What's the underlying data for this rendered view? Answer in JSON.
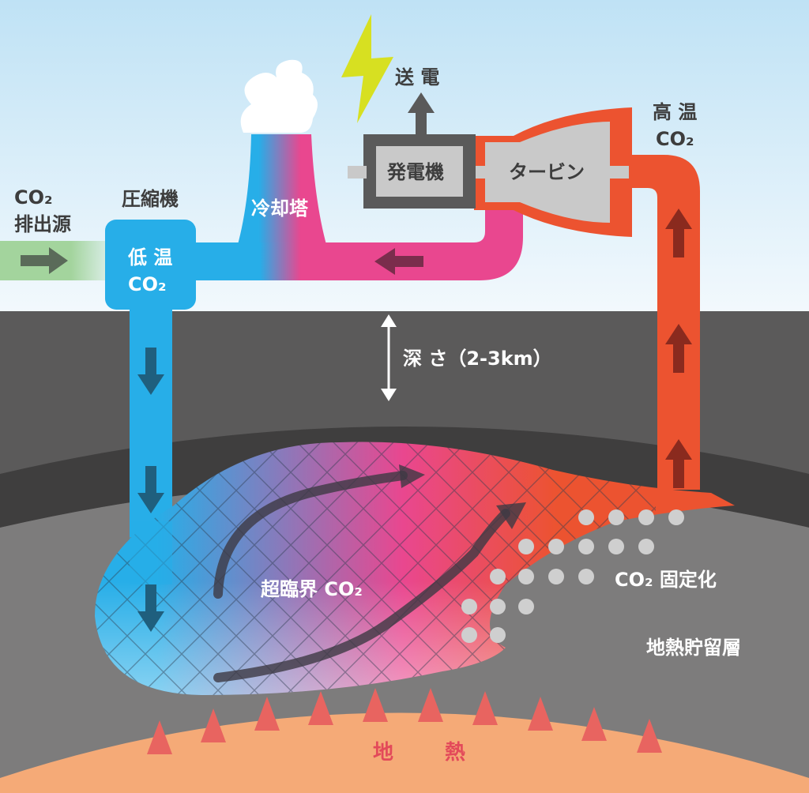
{
  "labels": {
    "co2_source_line1": "CO₂",
    "co2_source_line2": "排出源",
    "compressor": "圧縮機",
    "low_temp_line1": "低 温",
    "low_temp_line2": "CO₂",
    "cooling_tower": "冷却塔",
    "generator": "発電機",
    "turbine": "タービン",
    "power_transmission": "送 電",
    "high_temp_line1": "高 温",
    "high_temp_line2": "CO₂",
    "depth": "深 さ（2-3km）",
    "supercritical": "超臨界 CO₂",
    "fixation": "CO₂ 固定化",
    "reservoir": "地熱貯留層",
    "geothermal": "地 熱"
  },
  "colors": {
    "sky_top": "#bfe2f5",
    "sky_bottom": "#f3f9fd",
    "ground_dark": "#5b5a5a",
    "crust_band": "#3f3e3e",
    "reservoir_gray": "#7d7c7c",
    "magma": "#f5aa77",
    "cold_pipe": "#27aee8",
    "mid_pipe": "#e9478f",
    "hot_pipe": "#ec5330",
    "source_green": "#a3d49d",
    "bolt": "#d7e021",
    "machine_dark": "#5a5a5a",
    "machine_light": "#c9c9c9"
  }
}
